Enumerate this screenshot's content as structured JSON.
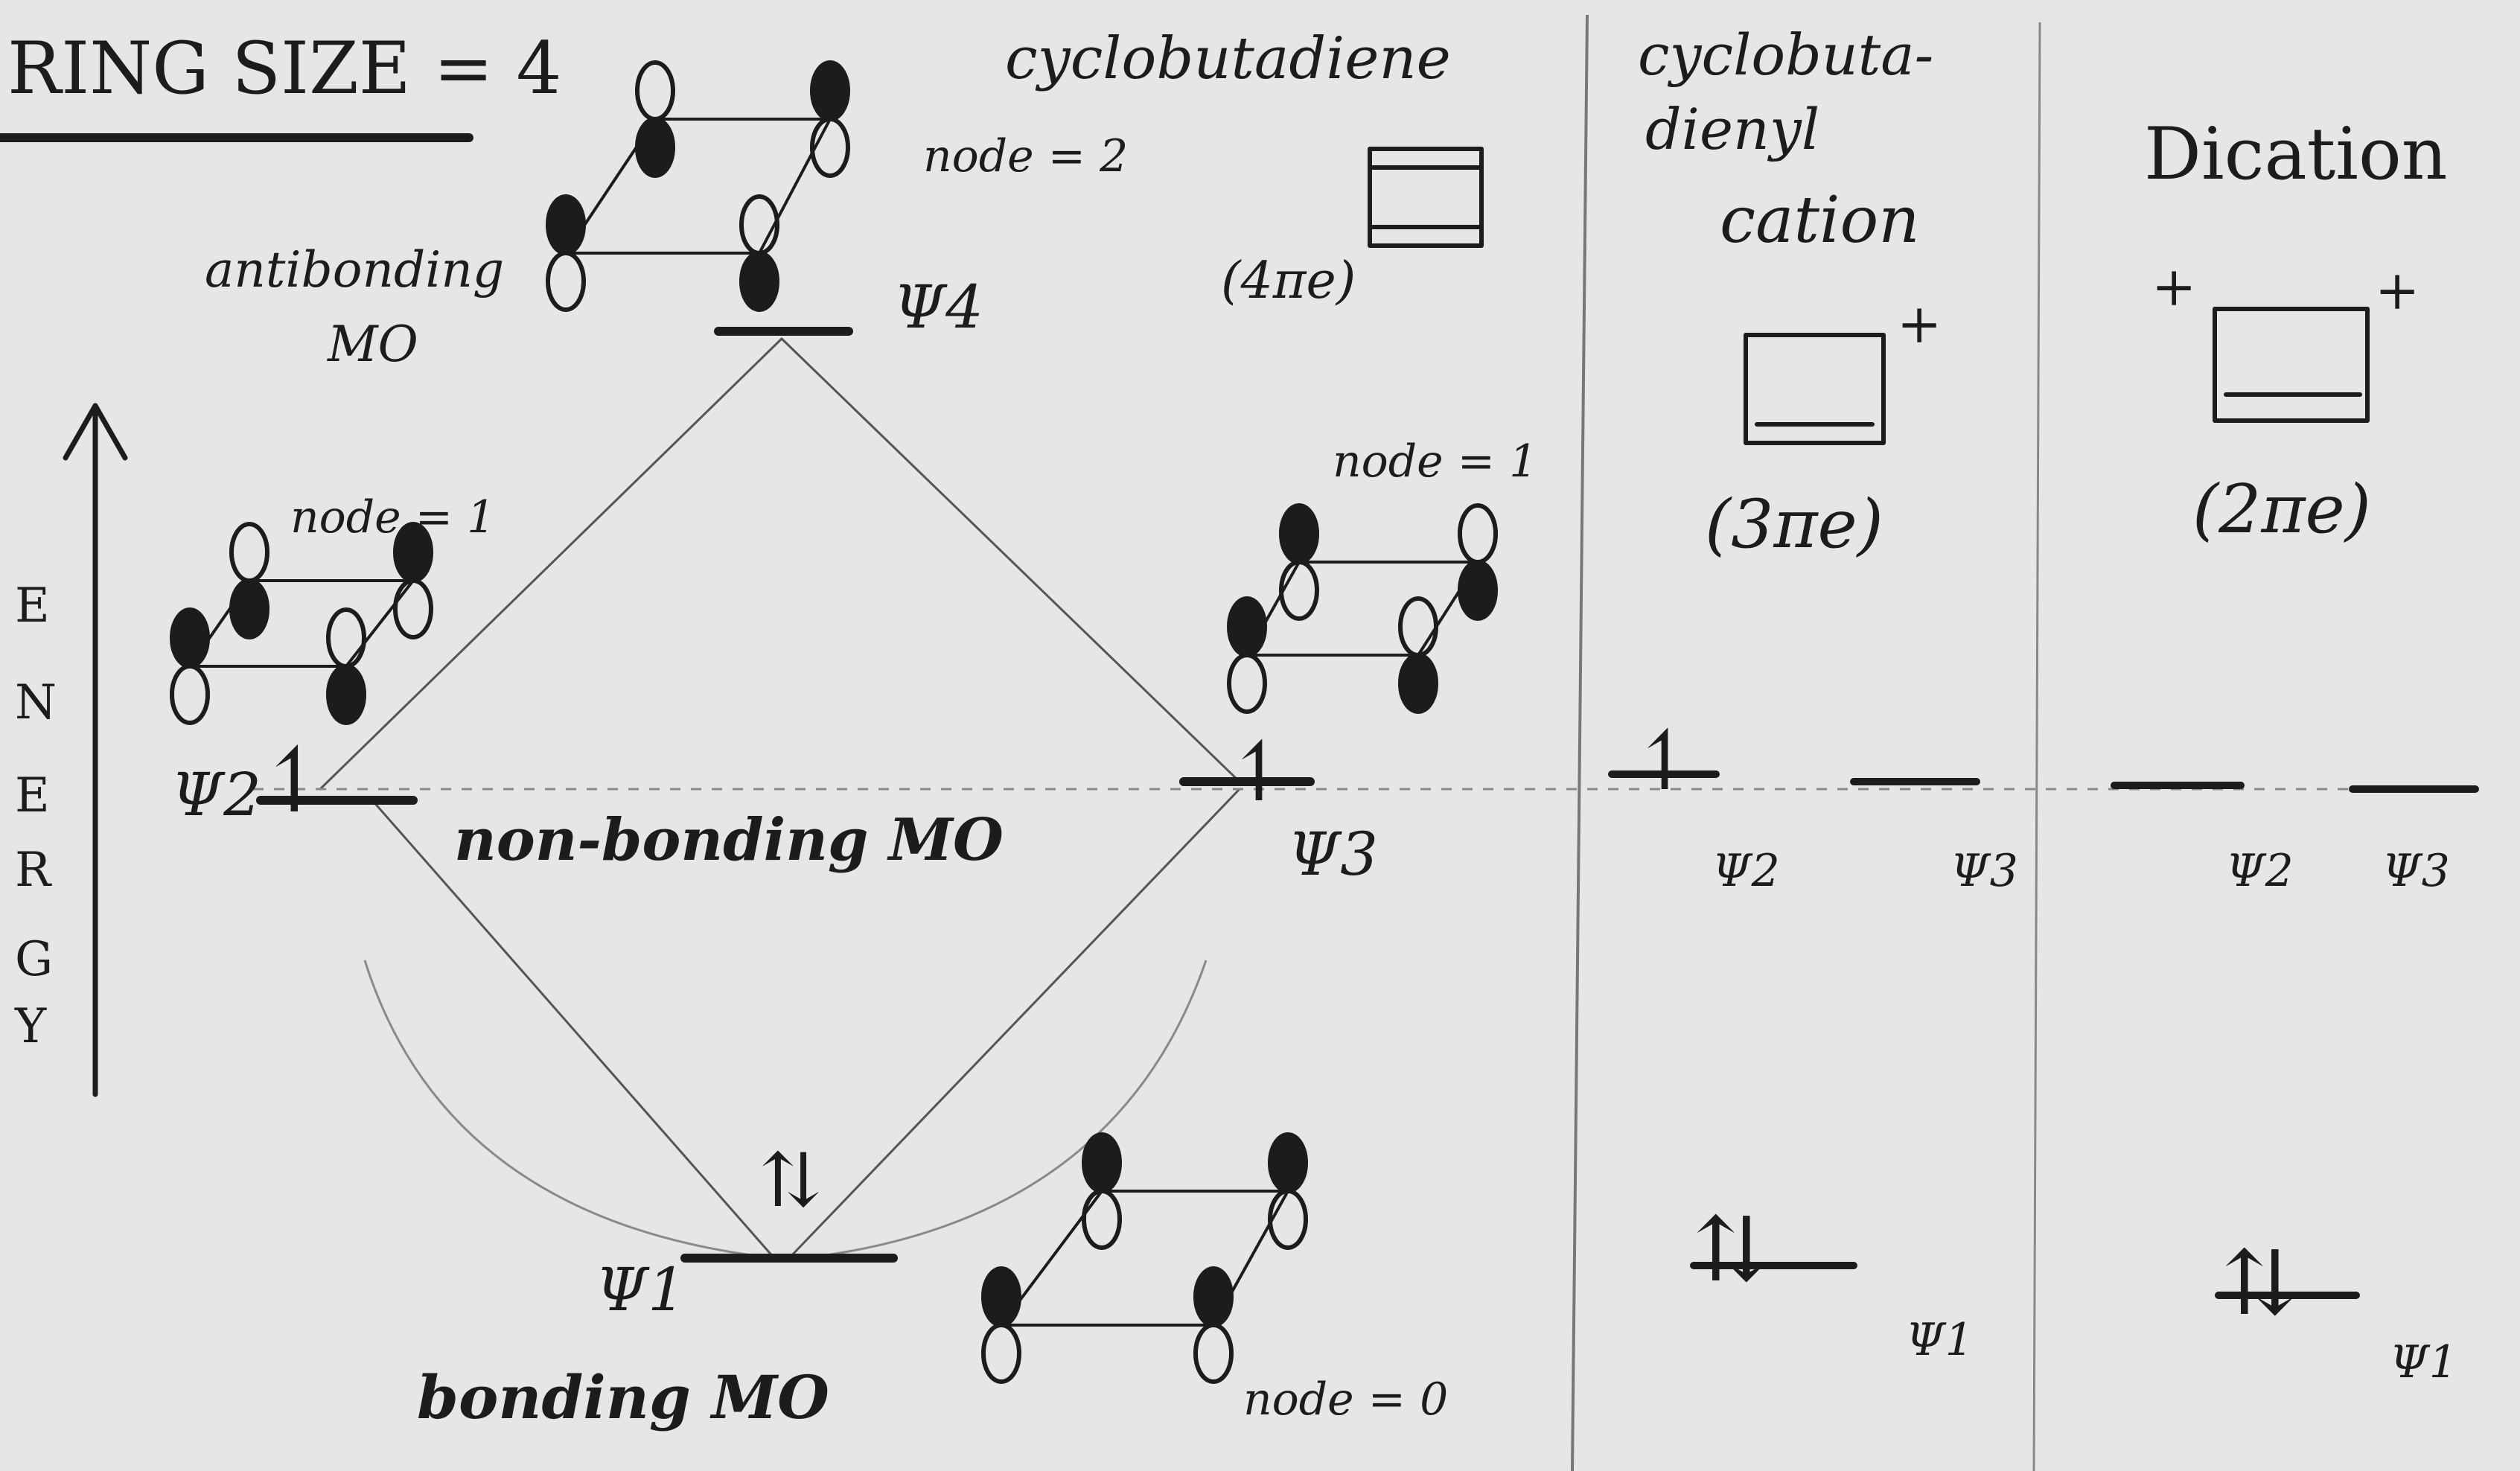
{
  "title": "RING SIZE = 4",
  "axis_label": "ENERGY",
  "axis_letters": [
    "E",
    "N",
    "E",
    "R",
    "G",
    "Y"
  ],
  "columns": {
    "cyclobutadiene": {
      "heading": "cyclobutadiene",
      "electrons": "(4πe)",
      "nodes_label": "node = 2"
    },
    "cation": {
      "heading_lines": [
        "cyclobuta-",
        "dienyl",
        "cation"
      ],
      "electrons": "(3πe)",
      "charge": "+"
    },
    "dication": {
      "heading": "Dication",
      "electrons": "(2πe)",
      "charge": "+"
    }
  },
  "orbitals": {
    "psi4": {
      "label": "Ψ4",
      "name_lines": [
        "antibonding",
        "MO"
      ]
    },
    "psi3": {
      "label": "Ψ3",
      "node": "node = 1"
    },
    "psi2": {
      "label": "Ψ2",
      "node": "node = 1"
    },
    "psi1": {
      "label": "Ψ1",
      "name_lines": [
        "bonding MO"
      ],
      "node": "node = 0"
    },
    "nonbonding": "non-bonding MO"
  },
  "occupancy": {
    "psi1": "⇅",
    "psi2": "↿",
    "psi3": "↿"
  },
  "cation_levels": {
    "psi2": "Ψ2",
    "psi3": "Ψ3",
    "psi1": "Ψ1",
    "psi2_occ": "↿",
    "psi1_occ": "⇅"
  },
  "dication_levels": {
    "psi2": "Ψ2",
    "psi3": "Ψ3",
    "psi1": "Ψ1",
    "psi1_occ": "⇅"
  }
}
